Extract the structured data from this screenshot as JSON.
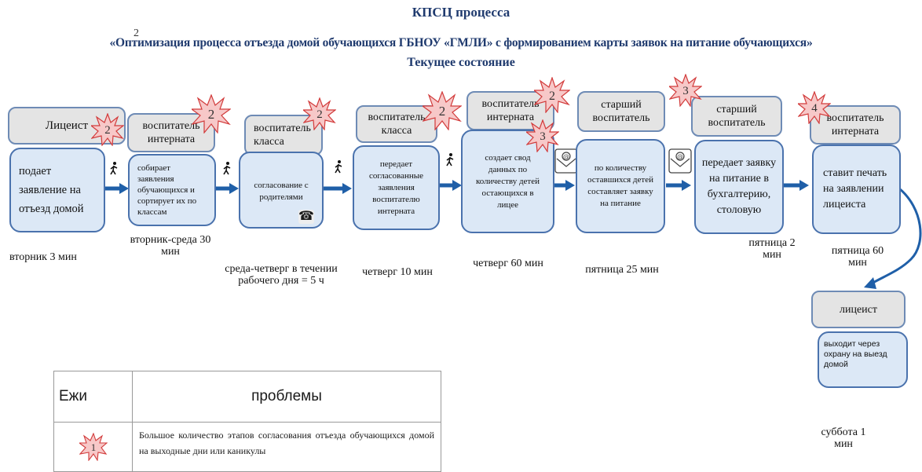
{
  "header": {
    "line1": "КПСЦ процесса",
    "line2": "«Оптимизация процесса отъезда домой обучающихся  ГБНОУ «ГМЛИ» с формированием карты заявок на питание обучающихся»",
    "line3": "Текущее состояние",
    "overlay_digit": "2"
  },
  "steps": [
    {
      "role": "Лицеист",
      "action": "подает заявление на отъезд домой",
      "time": "вторник 3 мин",
      "problems": "2"
    },
    {
      "role": "воспитатель интерната",
      "action": "собирает заявления обучающихся и сортирует их по классам",
      "time": "вторник-среда 30 мин",
      "problems": "2"
    },
    {
      "role": "воспитатель класса",
      "action": "согласование с родителями",
      "time": "среда-четверг в течении рабочего дня = 5 ч",
      "problems": "2"
    },
    {
      "role": "воспитатель класса",
      "action": "передает согласованные заявления воспитателю интерната",
      "time": "четверг 10 мин",
      "problems": "2"
    },
    {
      "role": "воспитатель интерната",
      "action": "создает свод данных по количеству детей остающихся в лицее",
      "time": "четверг 60 мин",
      "problems": "2",
      "problems_extra": "3"
    },
    {
      "role": "старший воспитатель",
      "action": "по количеству оставшихся детей составляет заявку на питание",
      "time": "пятница 25 мин",
      "problems": "3"
    },
    {
      "role": "старший воспитатель",
      "action": "передает заявку на питание в бухгалтерию, столовую",
      "time": "пятница 2 мин",
      "problems": ""
    },
    {
      "role": "воспитатель интерната",
      "action": "ставит печать на заявлении лицеиста",
      "time": "пятница 60 мин",
      "problems": "4"
    },
    {
      "role": "лицеист",
      "action": "выходит через охрану на выезд домой",
      "time": "суббота 1 мин",
      "problems": ""
    }
  ],
  "problems_table": {
    "col1_header": "Ежи",
    "col2_header": "проблемы",
    "rows": [
      {
        "marker": "1",
        "text": "Большое количество этапов согласования отъезда обучающихся домой на выходные дни или каникулы"
      }
    ]
  },
  "colors": {
    "title": "#1f3a6e",
    "arrow": "#1f5fa8",
    "box_fill": "#dce8f6",
    "box_border": "#4a72ad",
    "header_fill": "#e4e4e4",
    "burst_fill": "#f7c8c8",
    "burst_stroke": "#d23b3b"
  }
}
